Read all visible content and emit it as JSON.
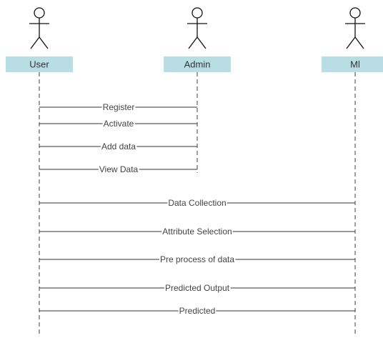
{
  "actors": [
    {
      "id": "user",
      "label": "User"
    },
    {
      "id": "admin",
      "label": "Admin"
    },
    {
      "id": "ml",
      "label": "Ml"
    }
  ],
  "messages": [
    {
      "label": "Register",
      "from": "user",
      "to": "admin"
    },
    {
      "label": "Activate",
      "from": "user",
      "to": "admin"
    },
    {
      "label": "Add data",
      "from": "user",
      "to": "admin"
    },
    {
      "label": "View Data",
      "from": "user",
      "to": "admin"
    },
    {
      "label": "Data Collection",
      "from": "user",
      "to": "ml"
    },
    {
      "label": "Attribute Selection",
      "from": "user",
      "to": "ml"
    },
    {
      "label": "Pre process of data",
      "from": "user",
      "to": "ml"
    },
    {
      "label": "Predicted Output",
      "from": "user",
      "to": "ml"
    },
    {
      "label": "Predicted ",
      "from": "user",
      "to": "ml"
    }
  ]
}
